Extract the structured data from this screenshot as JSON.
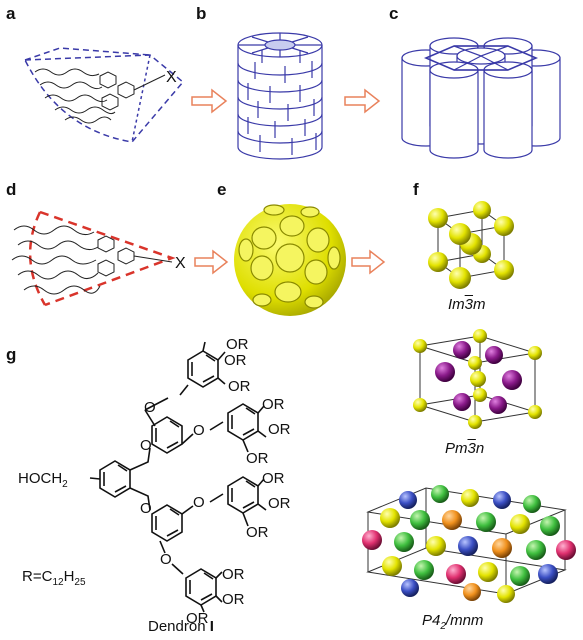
{
  "panel_labels": {
    "a": "a",
    "b": "b",
    "c": "c",
    "d": "d",
    "e": "e",
    "f": "f",
    "g": "g"
  },
  "dendron_end_group": "X",
  "space_groups": {
    "im3m": {
      "pre": "Im",
      "bar": "3",
      "post": "m"
    },
    "pm3n": {
      "pre": "Pm",
      "bar": "3",
      "post": "n"
    },
    "p42mnm": {
      "pre": "P4",
      "sub": "2",
      "post": "/mnm"
    }
  },
  "structure": {
    "substituent": "OR",
    "focal_group": {
      "main": "HOCH",
      "sub": "2"
    },
    "r_definition": {
      "pre": "R=C",
      "sub1": "12",
      "mid": "H",
      "sub2": "25"
    },
    "name": {
      "main": "Dendron ",
      "roman": "I"
    }
  },
  "colors": {
    "outline": "#3a3aa8",
    "arrow": "#e9825c",
    "dash_red": "#d9342b",
    "sphere_yellow": "#e6e600",
    "sphere_purple": "#8a1a8a"
  }
}
